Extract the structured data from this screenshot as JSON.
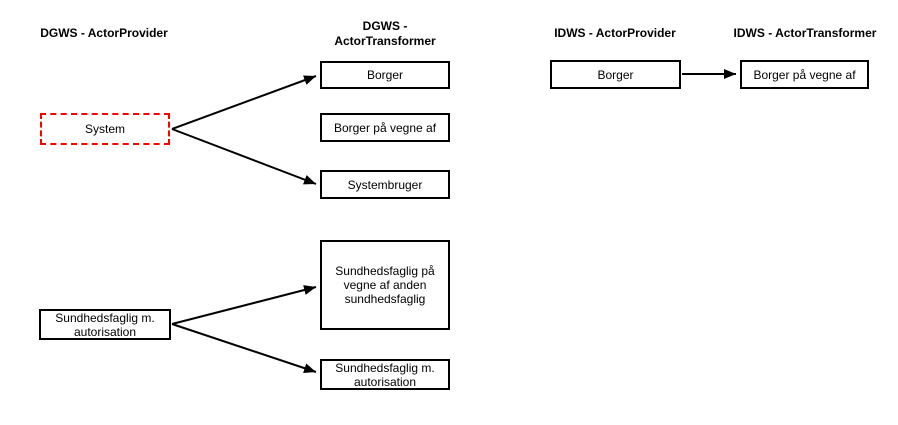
{
  "diagram": {
    "title": "DGWS / IDWS actor mapping diagram",
    "colors": {
      "background": "#ffffff",
      "stroke": "#000000",
      "highlight_red": "#ff0000"
    },
    "headers": {
      "dgws_provider": "DGWS - ActorProvider",
      "dgws_transformer": "DGWS - ActorTransformer",
      "idws_provider": "IDWS - ActorProvider",
      "idws_transformer": "IDWS - ActorTransformer"
    },
    "nodes": {
      "system": "System",
      "dgws_borger": "Borger",
      "dgws_borger_pva": "Borger på vegne af",
      "dgws_systembruger": "Systembruger",
      "sundhed_provider": "Sundhedsfaglig m. autorisation",
      "sundhed_pva_anden": "Sundhedsfaglig på vegne af anden sundhedsfaglig",
      "sundhed_autorisation": "Sundhedsfaglig m. autorisation",
      "idws_borger": "Borger",
      "idws_borger_pva": "Borger på vegne af"
    },
    "edges": [
      {
        "from": "System",
        "to": "Borger"
      },
      {
        "from": "System",
        "to": "Systembruger"
      },
      {
        "from": "Sundhedsfaglig m. autorisation",
        "to": "Sundhedsfaglig på vegne af anden sundhedsfaglig"
      },
      {
        "from": "Sundhedsfaglig m. autorisation",
        "to": "Sundhedsfaglig m. autorisation"
      },
      {
        "from": "Borger",
        "to": "Borger på vegne af"
      }
    ]
  }
}
